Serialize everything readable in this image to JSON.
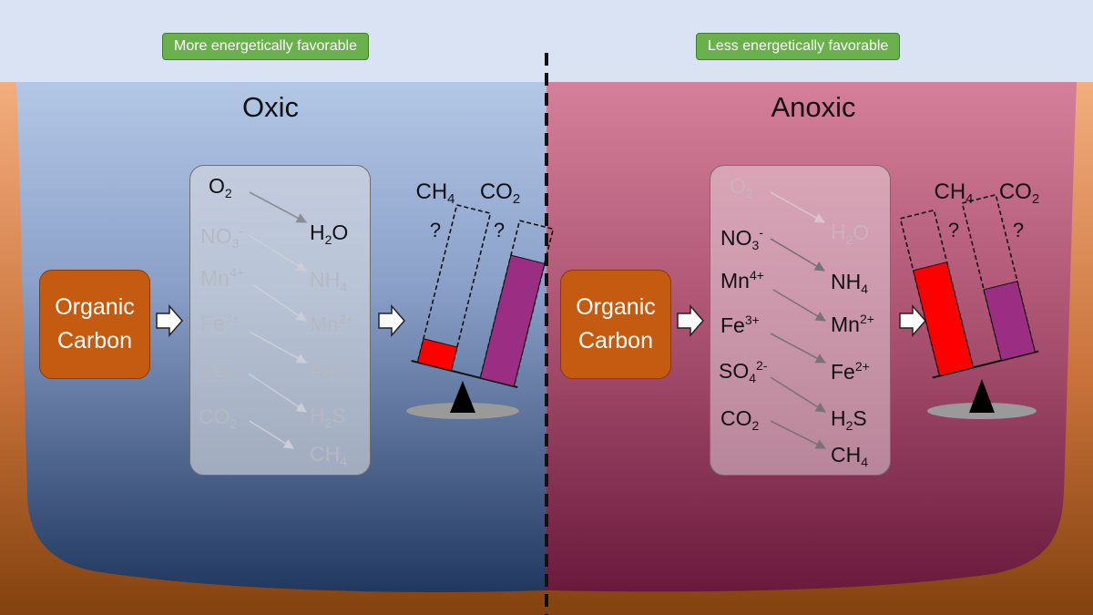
{
  "top_labels": {
    "left": "More energetically favorable",
    "right": "Less energetically favorable"
  },
  "oxic": {
    "title": "Oxic",
    "organic_label": [
      "Organic",
      "Carbon"
    ],
    "gas_labels": {
      "ch4": "CH4",
      "co2": "CO2"
    },
    "question_marks": [
      "?",
      "?"
    ],
    "ch4_fill_fraction": 0.15,
    "co2_fill_fraction": 0.78
  },
  "anoxic": {
    "title": "Anoxic",
    "organic_label": [
      "Organic",
      "Carbon"
    ],
    "gas_labels": {
      "ch4": "CH4",
      "co2": "CO2"
    },
    "question_marks": [
      "?",
      "?"
    ],
    "ch4_fill_fraction": 0.67,
    "co2_fill_fraction": 0.45
  },
  "redox_pairs": [
    {
      "acceptor": "O2",
      "product": "H2O"
    },
    {
      "acceptor": "NO3-",
      "product": "NH4"
    },
    {
      "acceptor": "Mn4+",
      "product": "Mn2+"
    },
    {
      "acceptor": "Fe3+",
      "product": "Fe2+"
    },
    {
      "acceptor": "SO4 2-",
      "product": "H2S"
    },
    {
      "acceptor": "CO2",
      "product": "CH4"
    }
  ],
  "colors": {
    "sky": "#d9e3f3",
    "sediment": "#8a4716",
    "oxic_top": "#b3c7e6",
    "oxic_bottom": "#21385f",
    "anoxic_top": "#d37f99",
    "anoxic_bottom": "#6f1c40",
    "organic_carbon": "#c55a11",
    "methane_fill": "#ff0000",
    "co2_fill": "#9b2e82",
    "label_green": "#6ab04c"
  }
}
